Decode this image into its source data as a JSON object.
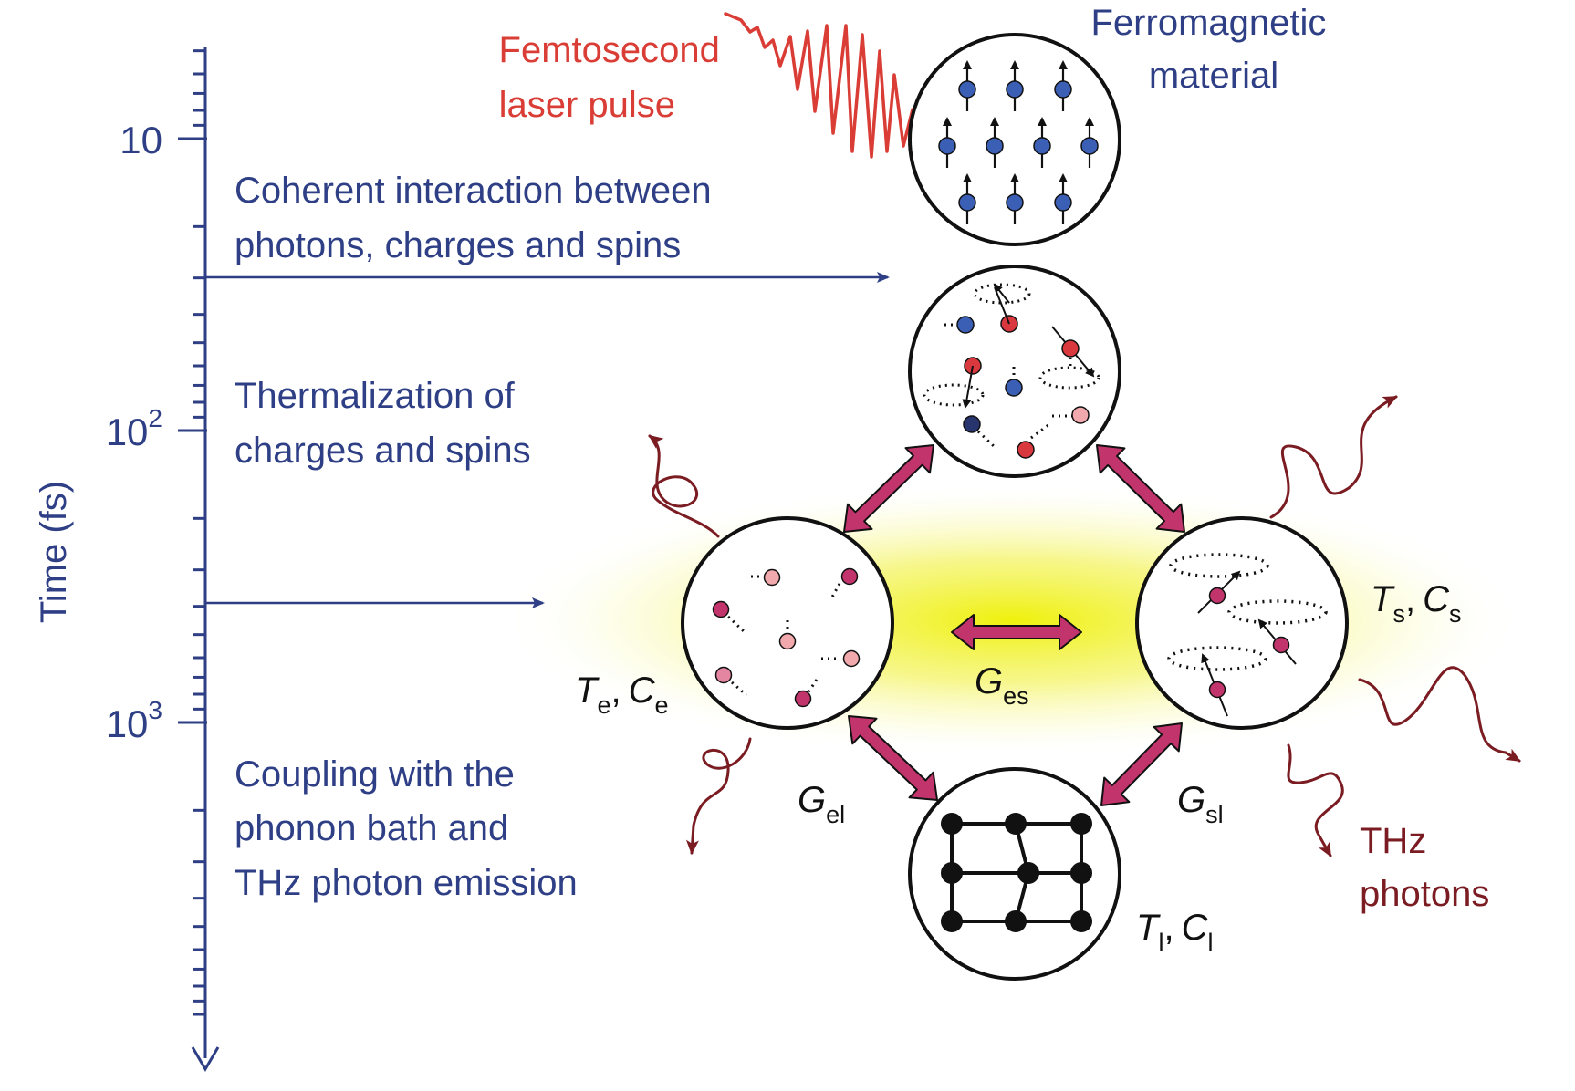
{
  "colors": {
    "axis": "#2e3f86",
    "laser": "#d93d35",
    "thz": "#7a1c22",
    "coupling_arrow": "#c2356c",
    "glow": "#eef000",
    "spin_up": "#3a5fb5",
    "electron": "#d9383e",
    "electron_light": "#f2a9ad"
  },
  "axis": {
    "label": "Time (fs)",
    "ticks": [
      {
        "base": "10",
        "exp": ""
      },
      {
        "base": "10",
        "exp": "2"
      },
      {
        "base": "10",
        "exp": "3"
      }
    ]
  },
  "stages": [
    {
      "lines": [
        "Coherent interaction between",
        "photons, charges and spins"
      ]
    },
    {
      "lines": [
        "Thermalization of",
        "charges and spins"
      ]
    },
    {
      "lines": [
        "Coupling with the",
        "phonon bath and",
        "THz photon emission"
      ]
    }
  ],
  "laser": {
    "lines": [
      "Femtosecond",
      "laser pulse"
    ]
  },
  "material": {
    "lines": [
      "Ferromagnetic",
      "material"
    ]
  },
  "reservoirs": {
    "electron": {
      "T": "T",
      "T_sub": "e",
      "sep": ",",
      "C": "C",
      "C_sub": "e"
    },
    "spin": {
      "T": "T",
      "T_sub": "s",
      "sep": ",",
      "C": "C",
      "C_sub": "s"
    },
    "lattice": {
      "T": "T",
      "T_sub": "l",
      "sep": ",",
      "C": "C",
      "C_sub": "l"
    }
  },
  "couplings": {
    "es": {
      "G": "G",
      "sub": "es"
    },
    "el": {
      "G": "G",
      "sub": "el"
    },
    "sl": {
      "G": "G",
      "sub": "sl"
    }
  },
  "thz": {
    "lines": [
      "THz",
      "photons"
    ]
  },
  "icons": [
    "spin-up-icon",
    "dotted-orbit-icon",
    "lattice-icon",
    "double-arrow-icon",
    "wavy-arrow-icon"
  ]
}
